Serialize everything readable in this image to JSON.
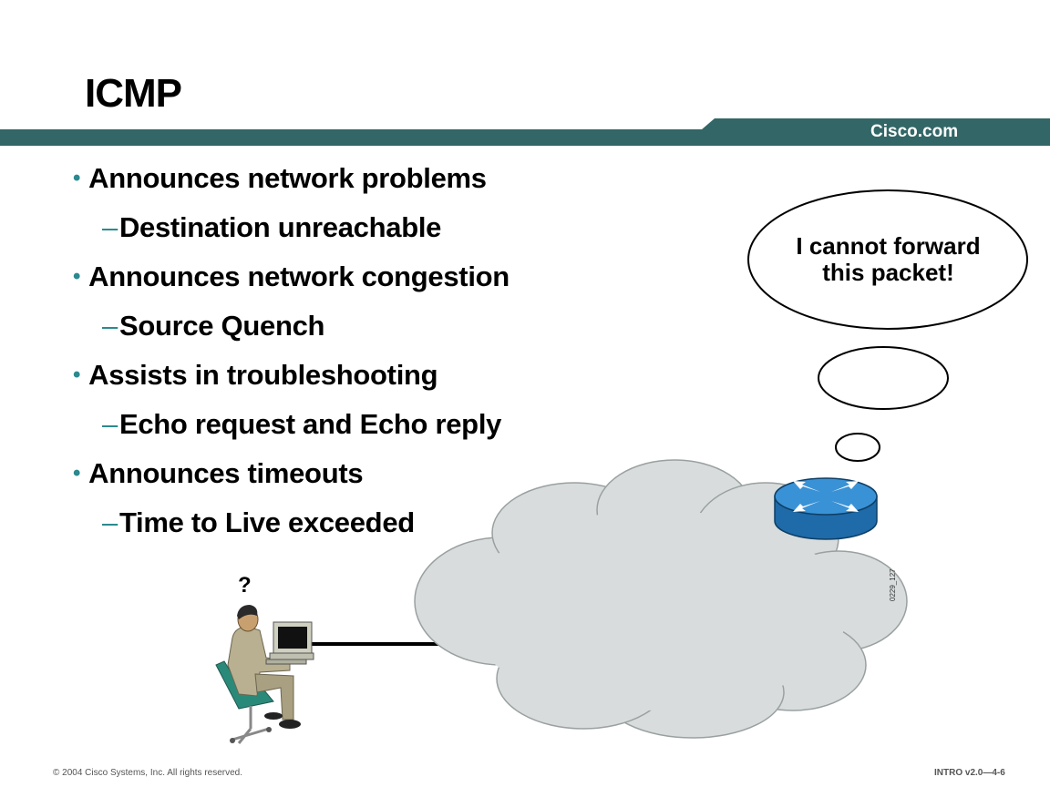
{
  "slide": {
    "title": "ICMP",
    "brand": "Cisco.com",
    "bullets": [
      {
        "level": 1,
        "text": "Announces network problems"
      },
      {
        "level": 2,
        "text": "Destination unreachable"
      },
      {
        "level": 1,
        "text": "Announces network congestion"
      },
      {
        "level": 2,
        "text": "Source Quench"
      },
      {
        "level": 1,
        "text": "Assists in troubleshooting"
      },
      {
        "level": 2,
        "text": "Echo request and Echo reply"
      },
      {
        "level": 1,
        "text": "Announces timeouts"
      },
      {
        "level": 2,
        "text": "Time to Live exceeded"
      }
    ]
  },
  "diagram": {
    "thought_line1": "I cannot forward",
    "thought_line2": "this packet!",
    "question_mark": "?",
    "figure_code": "0229_127",
    "icons": [
      "user-at-computer-icon",
      "network-cloud-icon",
      "router-icon",
      "thought-bubble-icon"
    ]
  },
  "footer": {
    "copyright": "© 2004 Cisco Systems, Inc. All rights reserved.",
    "page_ref": "INTRO v2.0—4-6"
  },
  "colors": {
    "header_bar": "#336666",
    "bullet_accent": "#2a8a8f",
    "cloud_fill": "#d8dcdc",
    "router_blue": "#2b80c4"
  }
}
